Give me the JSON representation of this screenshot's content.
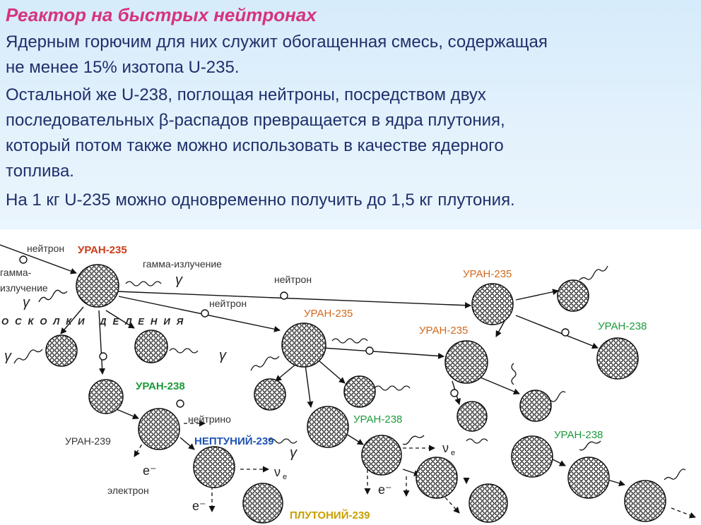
{
  "header": {
    "title": "Реактор на быстрых нейтронах",
    "para1": "Ядерным горючим для них служит обогащенная смесь, содержащая\nне менее 15% изотопа U-235.",
    "para2": "Остальной же U-238, поглощая нейтроны, посредством двух\nпоследовательных β-распадов превращается в ядра плутония,\nкоторый потом также можно использовать в качестве ядерного\nтоплива.",
    "para3": "На 1 кг U-235 можно одновременно получить до 1,5 кг плутония."
  },
  "diagram": {
    "labels": {
      "neutron": "нейтрон",
      "uranium235": "УРАН-235",
      "uranium238": "УРАН-238",
      "uranium239": "УРАН-239",
      "neptunium239": "НЕПТУНИЙ-239",
      "plutonium239": "ПЛУТОНИЙ-239",
      "gamma_radiation": "гамма-излучение",
      "gamma_radiation_line1": "гамма-",
      "gamma_radiation_line2": "излучение",
      "fission_fragments": "ОСКОЛКИ ДЕЛЕНИЯ",
      "neutrino": "нейтрино",
      "electron": "электрон",
      "gamma_symbol": "γ",
      "electron_symbol": "e⁻",
      "neutrino_symbol": "ν",
      "neutrino_sub": "e"
    },
    "colors": {
      "uranium235": "#d2691e",
      "uranium238": "#1b9a3a",
      "neptunium": "#1e52b4",
      "plutonium": "#c8a000",
      "title": "#d6337e",
      "text": "#1f2f6b"
    }
  }
}
